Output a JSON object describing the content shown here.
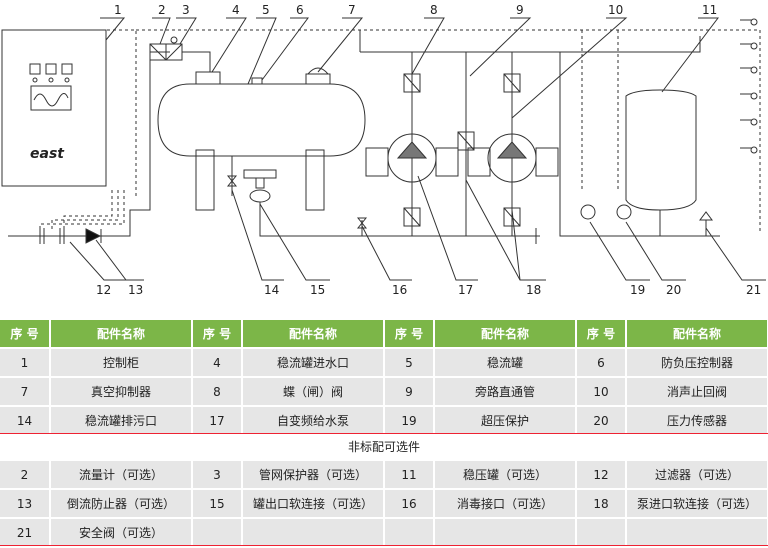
{
  "diagram": {
    "cabinet_brand": "east",
    "callouts": [
      "1",
      "2",
      "3",
      "4",
      "5",
      "6",
      "7",
      "8",
      "9",
      "10",
      "11",
      "12",
      "13",
      "14",
      "15",
      "16",
      "17",
      "18",
      "19",
      "20",
      "21"
    ]
  },
  "table": {
    "header": [
      "序 号",
      "配件名称",
      "序 号",
      "配件名称",
      "序 号",
      "配件名称",
      "序 号",
      "配件名称"
    ],
    "rows": [
      [
        "1",
        "控制柜",
        "4",
        "稳流罐进水口",
        "5",
        "稳流罐",
        "6",
        "防负压控制器"
      ],
      [
        "7",
        "真空抑制器",
        "8",
        "蝶（闸）阀",
        "9",
        "旁路直通管",
        "10",
        "消声止回阀"
      ],
      [
        "14",
        "稳流罐排污口",
        "17",
        "自变频给水泵",
        "19",
        "超压保护",
        "20",
        "压力传感器"
      ]
    ],
    "section_note": "非标配可选件",
    "optional_rows": [
      [
        "2",
        "流量计（可选）",
        "3",
        "管网保护器（可选）",
        "11",
        "稳压罐（可选）",
        "12",
        "过滤器（可选）"
      ],
      [
        "13",
        "倒流防止器（可选）",
        "15",
        "罐出口软连接（可选）",
        "16",
        "消毒接口（可选）",
        "18",
        "泵进口软连接（可选）"
      ],
      [
        "21",
        "安全阀（可选）",
        "",
        "",
        "",
        "",
        "",
        ""
      ]
    ]
  },
  "colors": {
    "header_bg": "#7cb648",
    "cell_bg": "#e6e6e6",
    "rule": "#ee2233",
    "line": "#333333"
  }
}
